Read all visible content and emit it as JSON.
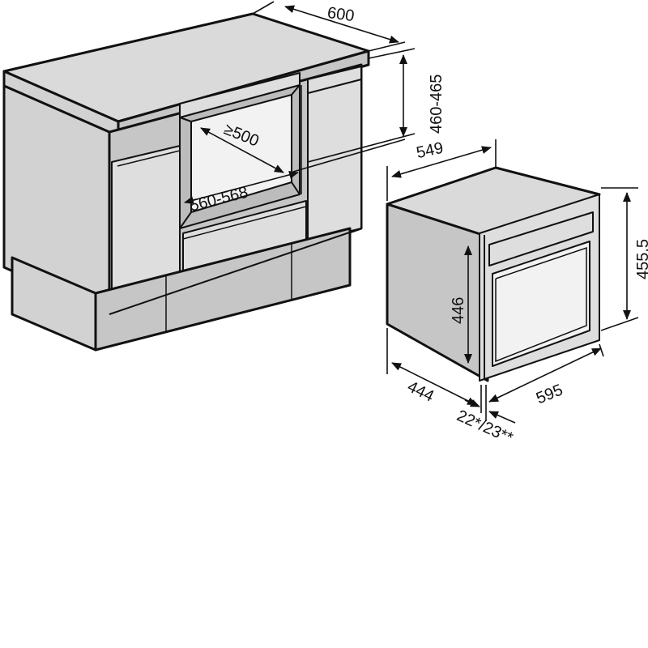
{
  "dimensions": {
    "niche_depth": "600",
    "niche_height": "460-465",
    "niche_inner_depth": "≥500",
    "niche_width": "560-568",
    "oven_depth": "549",
    "oven_height": "455,5",
    "oven_body_height": "446",
    "oven_body_width": "444",
    "oven_width": "595",
    "front_offset": "22*/23**"
  },
  "colors": {
    "outline": "#111111",
    "cabinet_top": "#dadada",
    "cabinet_front": "#d2d2d2",
    "cabinet_side": "#c6c6c6",
    "background": "#ffffff"
  }
}
